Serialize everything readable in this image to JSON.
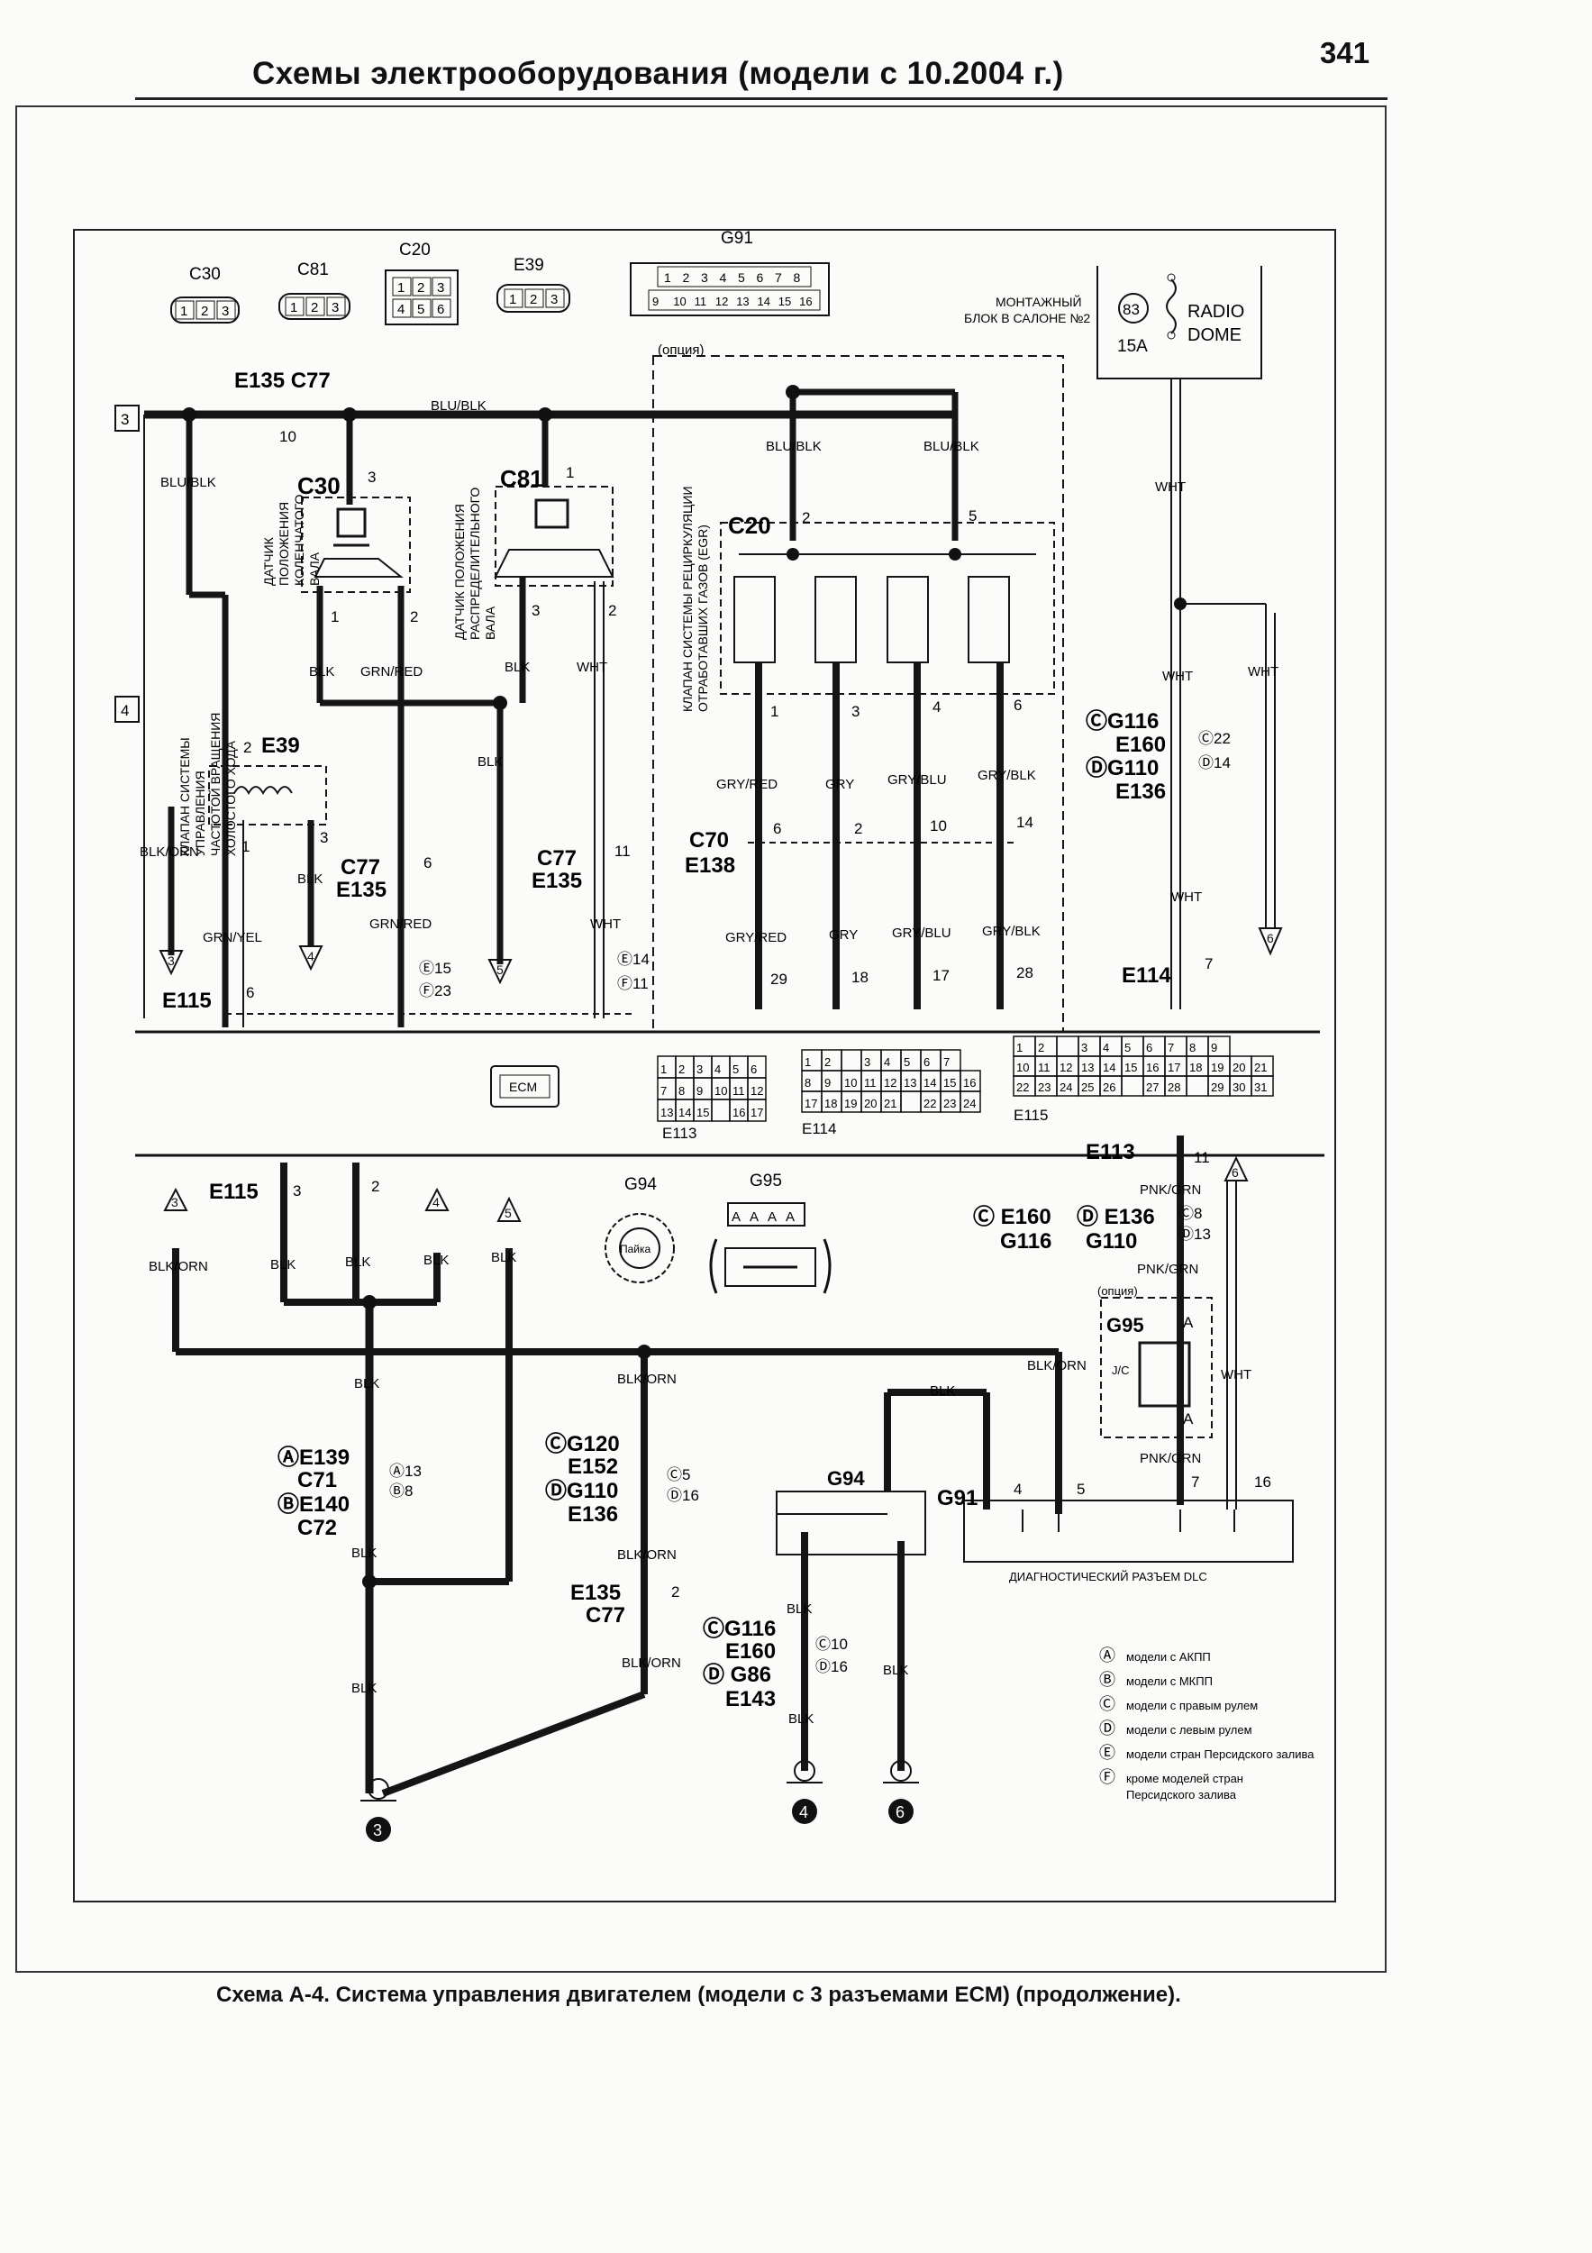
{
  "page": {
    "header": "Схемы электрооборудования (модели с 10.2004 г.)",
    "page_number": "341",
    "caption": "Схема А-4. Система управления двигателем (модели с 3 разъемами ECM) (продолжение)."
  },
  "connectors_top": {
    "c30": {
      "name": "C30",
      "pins": [
        "1",
        "2",
        "3"
      ]
    },
    "c81": {
      "name": "C81",
      "pins": [
        "1",
        "2",
        "3"
      ]
    },
    "c20": {
      "name": "C20",
      "pins": [
        "1",
        "2",
        "3",
        "4",
        "5",
        "6"
      ]
    },
    "e39": {
      "name": "E39",
      "pins": [
        "1",
        "2",
        "3"
      ]
    },
    "g91": {
      "name": "G91",
      "pins_top": [
        "1",
        "2",
        "3",
        "4",
        "5",
        "6",
        "7",
        "8"
      ],
      "pins_bottom": [
        "9",
        "10",
        "11",
        "12",
        "13",
        "14",
        "15",
        "16"
      ]
    }
  },
  "fuse_block": {
    "title_line1": "МОНТАЖНЫЙ",
    "title_line2": "БЛОК В САЛОНЕ №2",
    "fuse_number": "83",
    "fuse_rating": "15A",
    "load_line1": "RADIO",
    "load_line2": "DOME"
  },
  "upper": {
    "option_label": "(опция)",
    "splice_label": "E135 C77",
    "splice_pin": "10",
    "bus_wire": "BLU/BLK",
    "terminal_3": "3",
    "terminal_4": "4",
    "blu_blk": "BLU/BLK",
    "c30_label": "C30",
    "c30_pin3": "3",
    "c30_pin1": "1",
    "c30_pin2": "2",
    "c30_desc": [
      "ДАТЧИК",
      "ПОЛОЖЕНИЯ",
      "КОЛЕНЧАТОГО",
      "ВАЛА"
    ],
    "c81_label": "C81",
    "c81_pin1": "1",
    "c81_pin3": "3",
    "c81_pin2": "2",
    "c81_desc": [
      "ДАТЧИК ПОЛОЖЕНИЯ",
      "РАСПРЕДЕЛИТЕЛЬНОГО",
      "ВАЛА"
    ],
    "e39_label": "E39",
    "e39_pin2": "2",
    "e39_pin1": "1",
    "e39_pin3": "3",
    "e39_desc": [
      "КЛАПАН СИСТЕМЫ",
      "УПРАВЛЕНИЯ",
      "ЧАСТОТОЙ ВРАЩЕНИЯ",
      "ХОЛОСТОГО ХОДА"
    ],
    "c20_label": "C20",
    "c20_pin2": "2",
    "c20_pin5": "5",
    "egr_desc": [
      "КЛАПАН СИСТЕМЫ РЕЦИРКУЛЯЦИИ",
      "ОТРАБОТАВШИХ ГАЗОВ (EGR)"
    ],
    "c20_out_pins": [
      "1",
      "3",
      "4",
      "6"
    ],
    "wire_blk": "BLK",
    "wire_grn_red": "GRN/RED",
    "wire_wht": "WHT",
    "wire_blk_orn": "BLK/ORN",
    "wire_grn_yel": "GRN/YEL",
    "c77_e135": [
      "C77",
      "E135"
    ],
    "c77_pin6": "6",
    "c77_pin11": "11",
    "e_pins_left": [
      "Ⓔ15",
      "Ⓕ23"
    ],
    "e_pins_mid": [
      "Ⓔ14",
      "Ⓕ11"
    ],
    "c70_e138": [
      "C70",
      "E138"
    ],
    "egr_wires_top": [
      "GRY/RED",
      "GRY",
      "GRY/BLU",
      "GRY/BLK"
    ],
    "egr_connector_pins": [
      "6",
      "2",
      "10",
      "14"
    ],
    "egr_wires_bottom": [
      "GRY/RED",
      "GRY",
      "GRY/BLU",
      "GRY/BLK"
    ],
    "egr_ecm_pins": [
      "29",
      "18",
      "17",
      "28"
    ],
    "g116_group": [
      "ⒸG116",
      "E160",
      "ⒹG110",
      "E136"
    ],
    "g116_pins": [
      "Ⓒ22",
      "Ⓓ14"
    ],
    "e114_label": "E114",
    "e114_pin": "7",
    "arrow_numbers": [
      "3",
      "4",
      "5",
      "6"
    ],
    "e115_label": "E115",
    "e115_pin": "6"
  },
  "ecm": {
    "label": "ECM",
    "e113": {
      "name": "E113",
      "rows": [
        [
          "1",
          "2",
          "3",
          "4",
          "5",
          "6"
        ],
        [
          "7",
          "8",
          "9",
          "10",
          "11",
          "12"
        ],
        [
          "13",
          "14",
          "15",
          "",
          "16",
          "17"
        ]
      ]
    },
    "e114": {
      "name": "E114",
      "rows": [
        [
          "1",
          "2",
          "",
          "3",
          "4",
          "5",
          "6",
          "7"
        ],
        [
          "8",
          "9",
          "10",
          "11",
          "12",
          "13",
          "14",
          "15",
          "16"
        ],
        [
          "17",
          "18",
          "19",
          "20",
          "21",
          "",
          "22",
          "23",
          "24"
        ]
      ]
    },
    "e115": {
      "name": "E115",
      "rows": [
        [
          "1",
          "2",
          "",
          "3",
          "4",
          "5",
          "6",
          "7",
          "8",
          "9"
        ],
        [
          "10",
          "11",
          "12",
          "13",
          "14",
          "15",
          "16",
          "17",
          "18",
          "19",
          "20",
          "21"
        ],
        [
          "22",
          "23",
          "24",
          "25",
          "26",
          "",
          "27",
          "28",
          "",
          "29",
          "30",
          "31"
        ]
      ]
    }
  },
  "lower": {
    "e115_label": "E115",
    "e115_pins": [
      "3",
      "2"
    ],
    "arrows_in": [
      "3",
      "4",
      "5",
      "6"
    ],
    "blk_orn": "BLK/ORN",
    "blk": "BLK",
    "g94_label": "G94",
    "g94_inner": "Пайка",
    "g95_label": "G95",
    "g95_pins": [
      "A",
      "A",
      "A",
      "A"
    ],
    "e139_group": [
      "ⒶE139",
      "C71",
      "ⒷE140",
      "C72"
    ],
    "e139_pins": [
      "Ⓐ13",
      "Ⓑ8"
    ],
    "g120_group": [
      "ⒸG120",
      "E152",
      "ⒹG110",
      "E136"
    ],
    "g120_pins": [
      "Ⓒ5",
      "Ⓓ16"
    ],
    "e135_c77": [
      "E135",
      "C77"
    ],
    "e135_pin": "2",
    "g116_group": [
      "ⒸG116",
      "E160",
      "Ⓓ G86",
      "E143"
    ],
    "g116_pins": [
      "Ⓒ10",
      "Ⓓ16"
    ],
    "e113_label": "E113",
    "e113_pin": "11",
    "pnk_grn": "PNK/GRN",
    "e160_group": [
      "Ⓒ E160",
      "G116"
    ],
    "e136_group": [
      "Ⓓ E136",
      "G110"
    ],
    "e160_pins": [
      "Ⓒ8",
      "Ⓓ13"
    ],
    "option": "(опция)",
    "g95_jc": "G95",
    "jc": "J/C",
    "pin_a": "A",
    "wht": "WHT",
    "g94_box": "G94",
    "g91_label": "G91",
    "dlc_pins": [
      "4",
      "5",
      "7",
      "16"
    ],
    "dlc_label": "ДИАГНОСТИЧЕСКИЙ РАЗЪЕМ DLC",
    "grounds": [
      "3",
      "4",
      "6"
    ]
  },
  "legend": [
    {
      "key": "Ⓐ",
      "text": "модели с АКПП"
    },
    {
      "key": "Ⓑ",
      "text": "модели с МКПП"
    },
    {
      "key": "Ⓒ",
      "text": "модели с правым рулем"
    },
    {
      "key": "Ⓓ",
      "text": "модели с левым рулем"
    },
    {
      "key": "Ⓔ",
      "text": "модели стран Персидского залива"
    },
    {
      "key": "Ⓕ",
      "text": "кроме моделей стран"
    },
    {
      "key": "",
      "text": "Персидского залива"
    }
  ]
}
